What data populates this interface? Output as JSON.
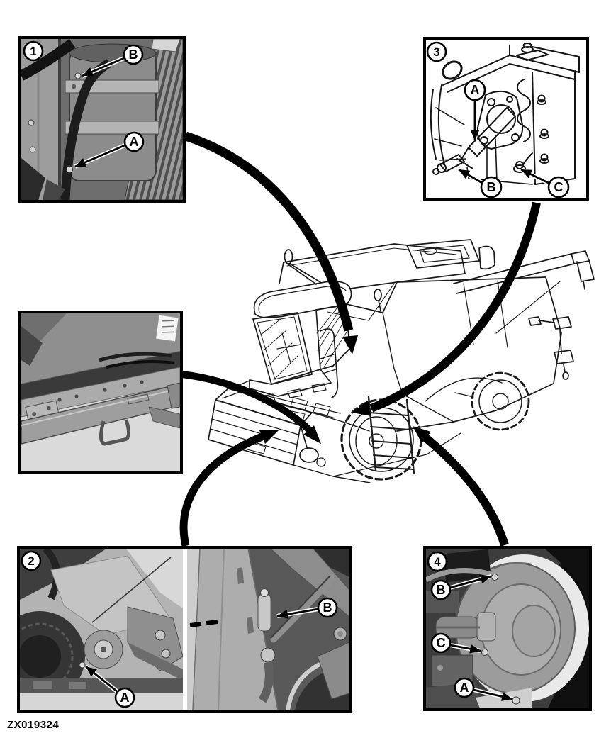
{
  "figure": {
    "code": "ZX019324",
    "ink_color": "#000000",
    "paper_color": "#ffffff",
    "illustration": "combine-harvester-line-drawing"
  },
  "insets": {
    "one": {
      "number": "1",
      "callout_b": "B",
      "callout_a": "A"
    },
    "three": {
      "number": "3",
      "callout_a": "A",
      "callout_b": "B",
      "callout_c": "C"
    },
    "detail": {
      "number": ""
    },
    "two": {
      "number": "2",
      "callout_a": "A",
      "callout_b": "B"
    },
    "four": {
      "number": "4",
      "callout_b": "B",
      "callout_c": "C",
      "callout_a": "A"
    }
  }
}
